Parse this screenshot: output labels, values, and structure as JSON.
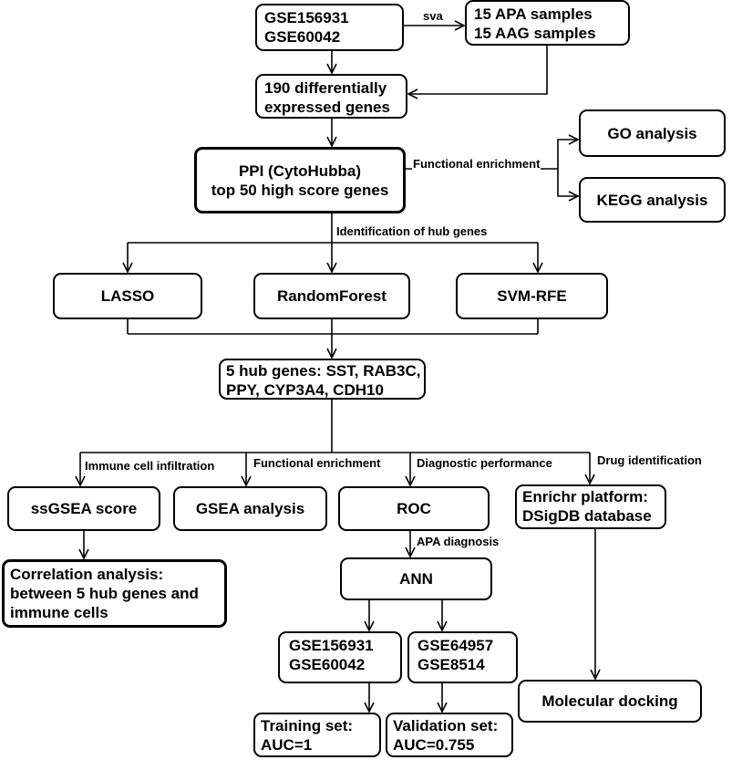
{
  "boxes": {
    "datasets": [
      "GSE156931",
      "GSE60042"
    ],
    "samples": [
      "15 APA samples",
      "15 AAG samples"
    ],
    "degs": [
      "190 differentially",
      "expressed genes"
    ],
    "ppi": [
      "PPI (CytoHubba)",
      "top 50 high score genes"
    ],
    "go": "GO analysis",
    "kegg": "KEGG analysis",
    "lasso": "LASSO",
    "rf": "RandomForest",
    "svm": "SVM-RFE",
    "hub": [
      "5 hub genes: SST, RAB3C,",
      "PPY, CYP3A4, CDH10"
    ],
    "ssgsea": "ssGSEA score",
    "gsea": "GSEA analysis",
    "roc": "ROC",
    "enrichr": [
      "Enrichr platform:",
      "DSigDB database"
    ],
    "correlation": [
      "Correlation analysis:",
      "between 5 hub genes and",
      "immune cells"
    ],
    "ann": "ANN",
    "train_sets": [
      "GSE156931",
      "GSE60042"
    ],
    "valid_sets": [
      "GSE64957",
      "GSE8514"
    ],
    "docking": "Molecular docking",
    "training": [
      "Training set:",
      "AUC=1"
    ],
    "validation": [
      "Validation set:",
      "AUC=0.755"
    ]
  },
  "labels": {
    "sva": "sva",
    "functional_enrichment_1": "Functional enrichment",
    "hub_identification": "Identification of hub genes",
    "immune": "Immune cell infiltration",
    "functional_enrichment_2": "Functional enrichment",
    "diagnostic": "Diagnostic performance",
    "drug": "Drug identification",
    "apa_diagnosis": "APA diagnosis"
  }
}
